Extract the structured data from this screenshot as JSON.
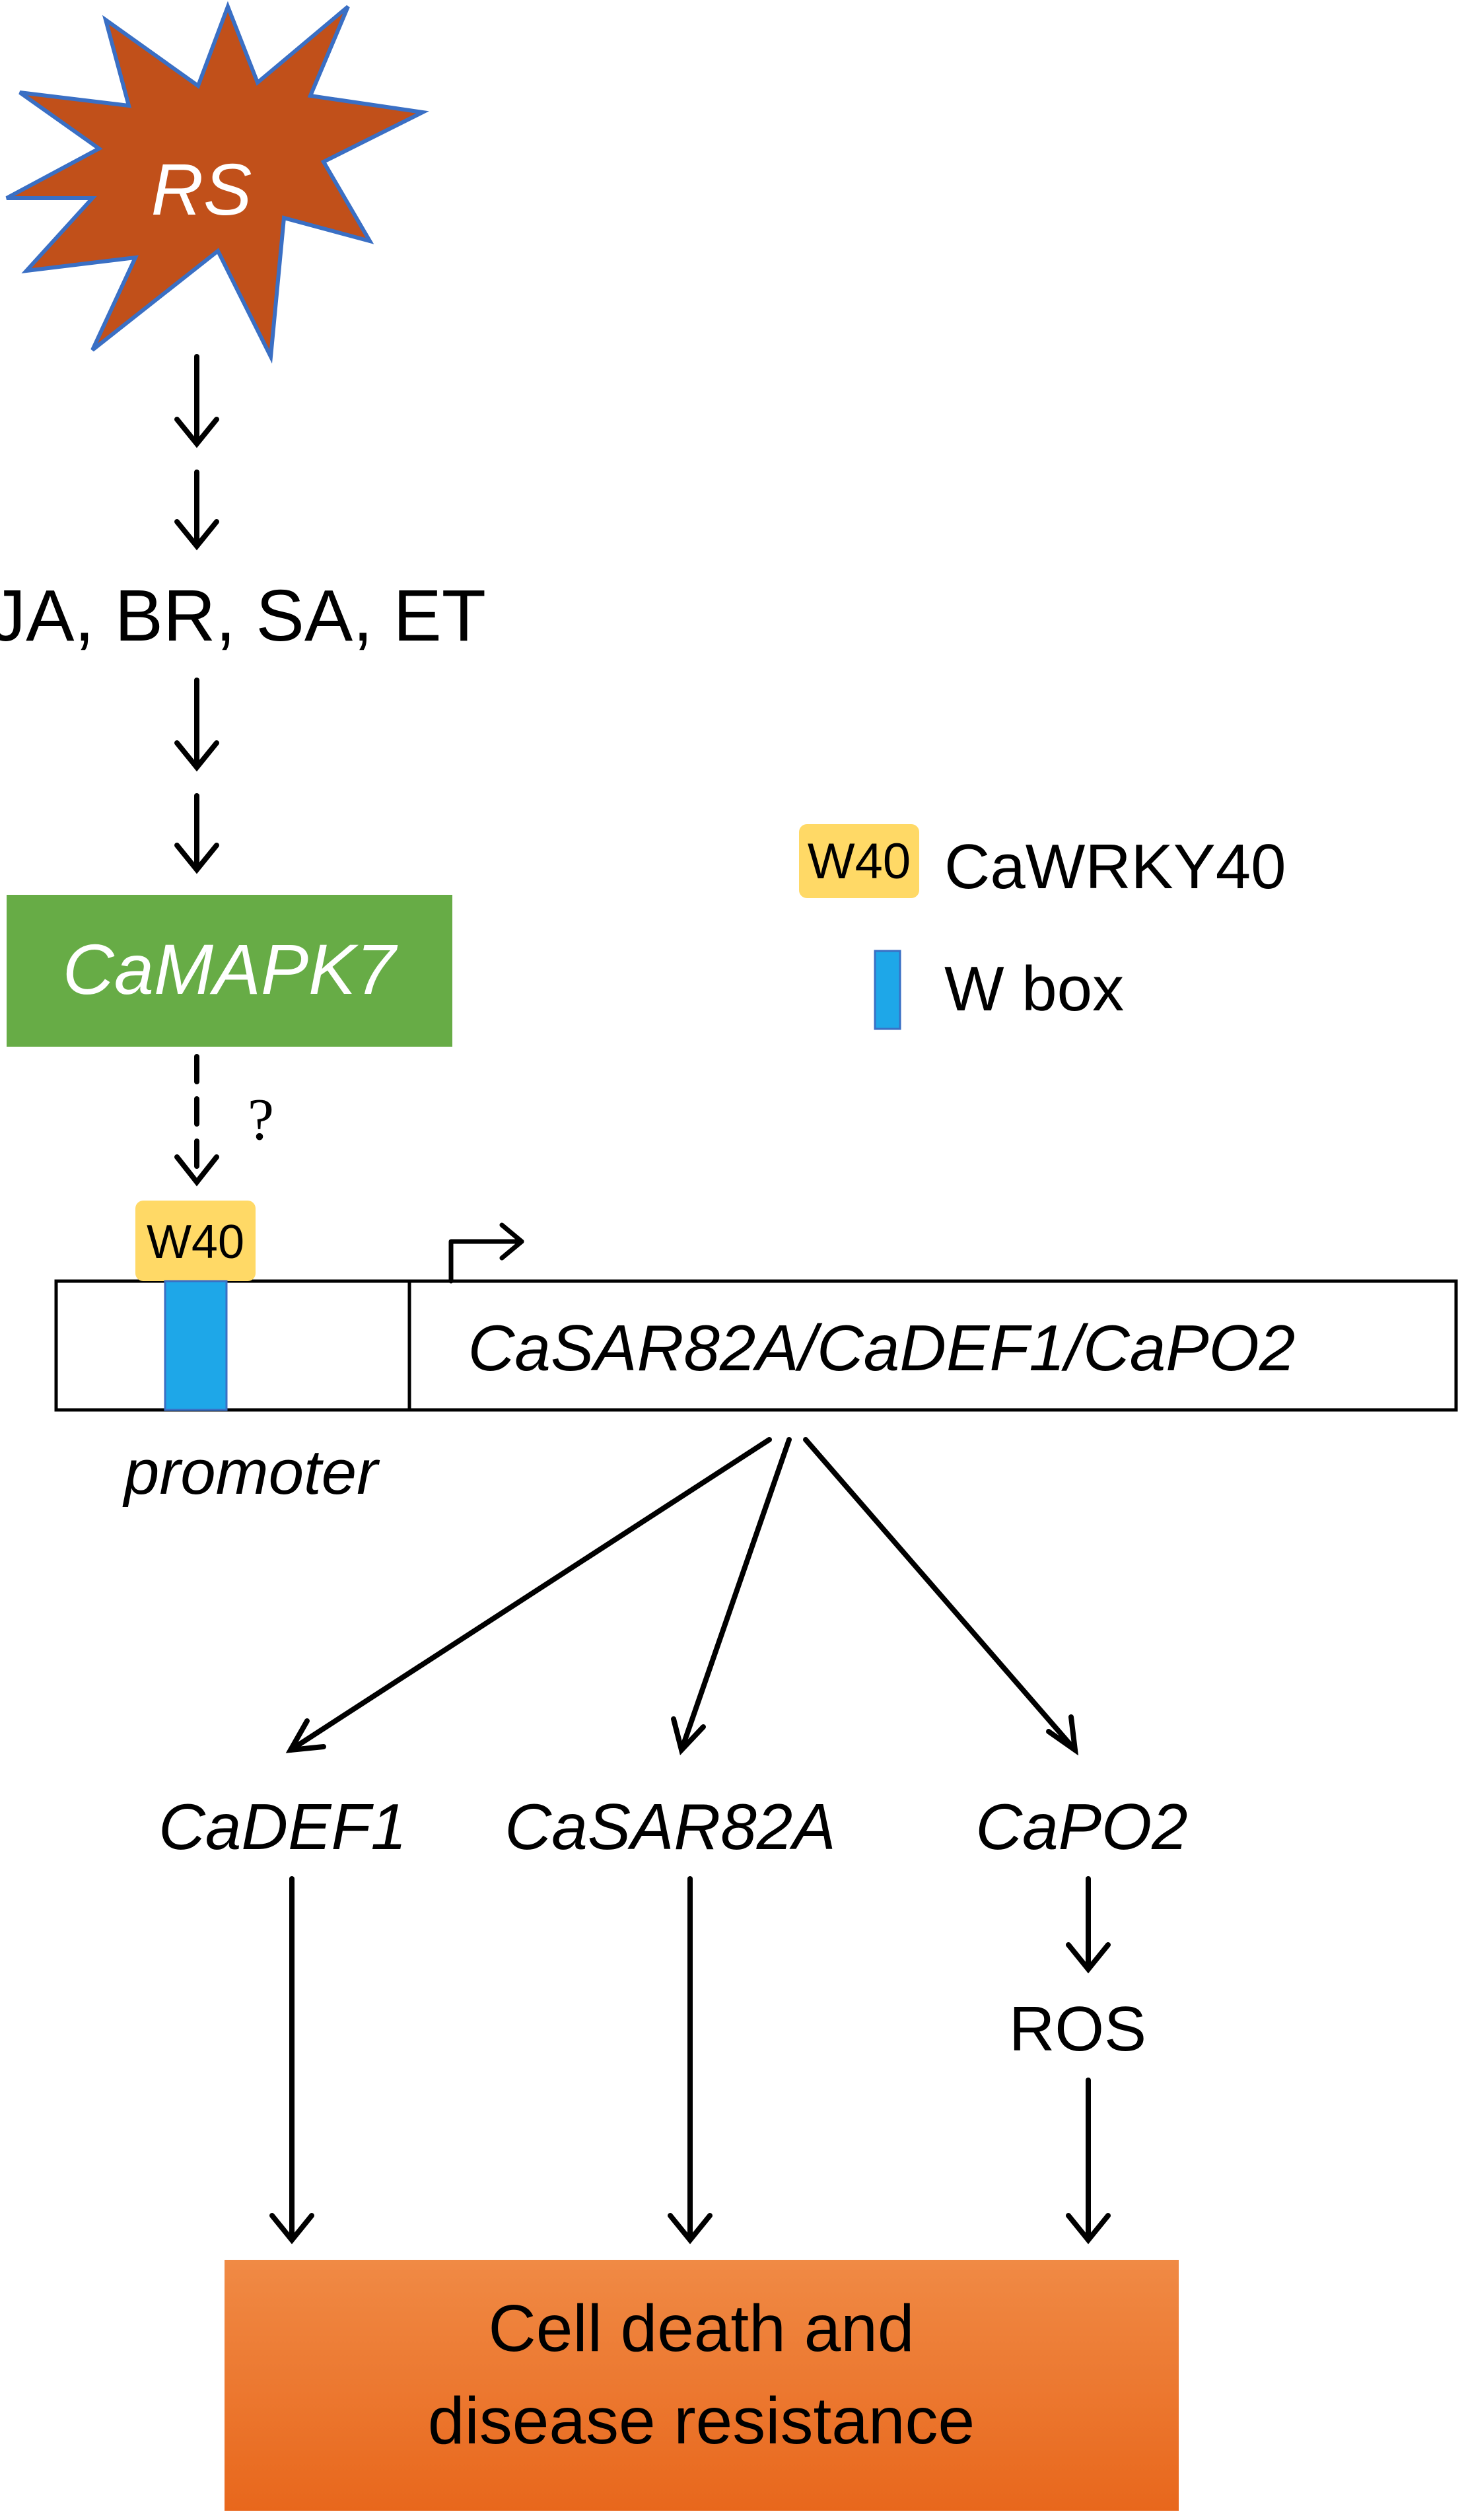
{
  "trigger": {
    "label": "RS"
  },
  "hormones": {
    "label": "JA, BR, SA, ET"
  },
  "kinase": {
    "label": "CaMAPK7"
  },
  "question": {
    "label": "?"
  },
  "legend": {
    "w40_tag": "W40",
    "w40_label": "CaWRKY40",
    "wbox_label": "W box"
  },
  "gene_construct": {
    "w40_tag": "W40",
    "promoter_label": "promoter",
    "gene_label": "CaSAR82A/CaDEF1/CaPO2"
  },
  "targets": [
    {
      "label": "CaDEF1"
    },
    {
      "label": "CaSAR82A"
    },
    {
      "label": "CaPO2"
    }
  ],
  "ros": {
    "label": "ROS"
  },
  "outcome": {
    "line1": "Cell death and",
    "line2": "disease resistance"
  },
  "colors": {
    "star_fill": "#C1501A",
    "star_stroke": "#3A6FC4",
    "kinase_fill": "#67AC46",
    "w40_fill": "#FFD966",
    "wbox_fill": "#1EA7E8",
    "outcome_fill": "#EE7A2E",
    "outcome_fill_light": "#F5A46A"
  }
}
